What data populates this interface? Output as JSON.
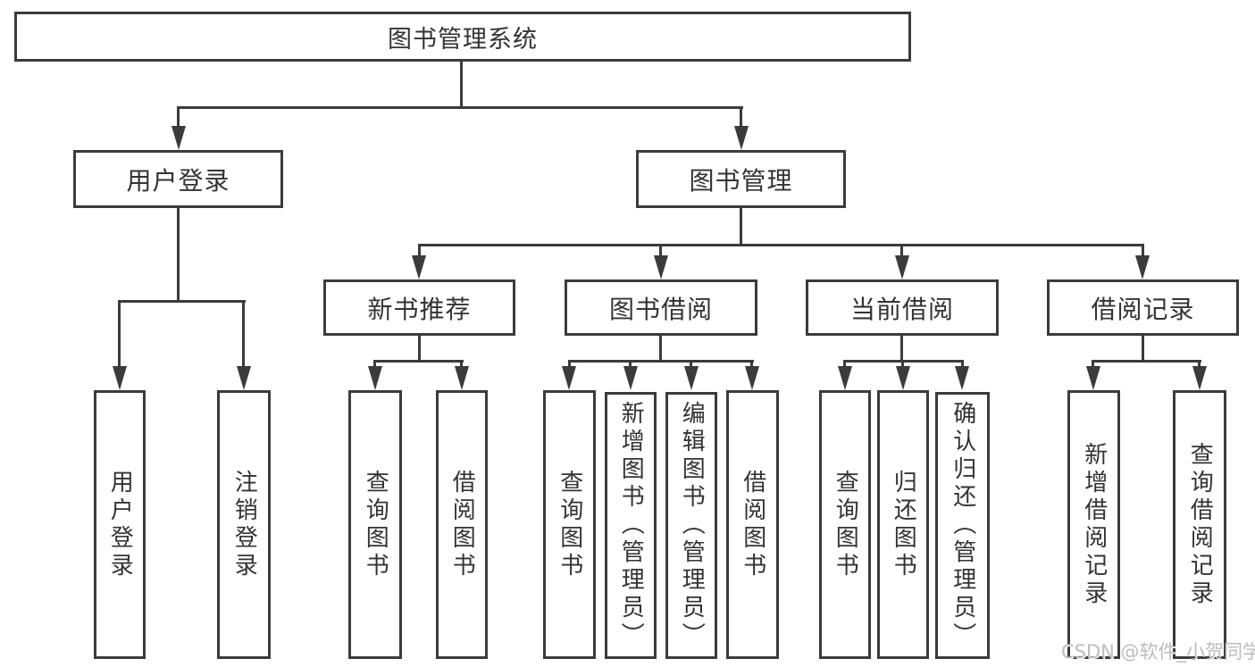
{
  "diagram": {
    "title": "图书管理系统",
    "root": {
      "label": "图书管理系统"
    },
    "level2": [
      {
        "label": "用户登录"
      },
      {
        "label": "图书管理"
      }
    ],
    "level3": [
      {
        "label": "新书推荐"
      },
      {
        "label": "图书借阅"
      },
      {
        "label": "当前借阅"
      },
      {
        "label": "借阅记录"
      }
    ],
    "leaves": [
      {
        "label": "用户登录",
        "parent": "用户登录"
      },
      {
        "label": "注销登录",
        "parent": "用户登录"
      },
      {
        "label": "查询图书",
        "parent": "新书推荐"
      },
      {
        "label": "借阅图书",
        "parent": "新书推荐"
      },
      {
        "label": "查询图书",
        "parent": "图书借阅"
      },
      {
        "label": "新增图书（管理员）",
        "parent": "图书借阅"
      },
      {
        "label": "编辑图书（管理员）",
        "parent": "图书借阅"
      },
      {
        "label": "借阅图书",
        "parent": "图书借阅"
      },
      {
        "label": "查询图书",
        "parent": "当前借阅"
      },
      {
        "label": "归还图书",
        "parent": "当前借阅"
      },
      {
        "label": "确认归还（管理员）",
        "parent": "当前借阅"
      },
      {
        "label": "新增借阅记录",
        "parent": "借阅记录"
      },
      {
        "label": "查询借阅记录",
        "parent": "借阅记录"
      }
    ]
  },
  "watermark": {
    "text": "CSDN @软件_小贺同学"
  },
  "colors": {
    "line": "#3b3b3b",
    "text": "#333333",
    "box_background": "#ffffff",
    "background": "#ffffff",
    "watermark": "#bcbcbc"
  }
}
